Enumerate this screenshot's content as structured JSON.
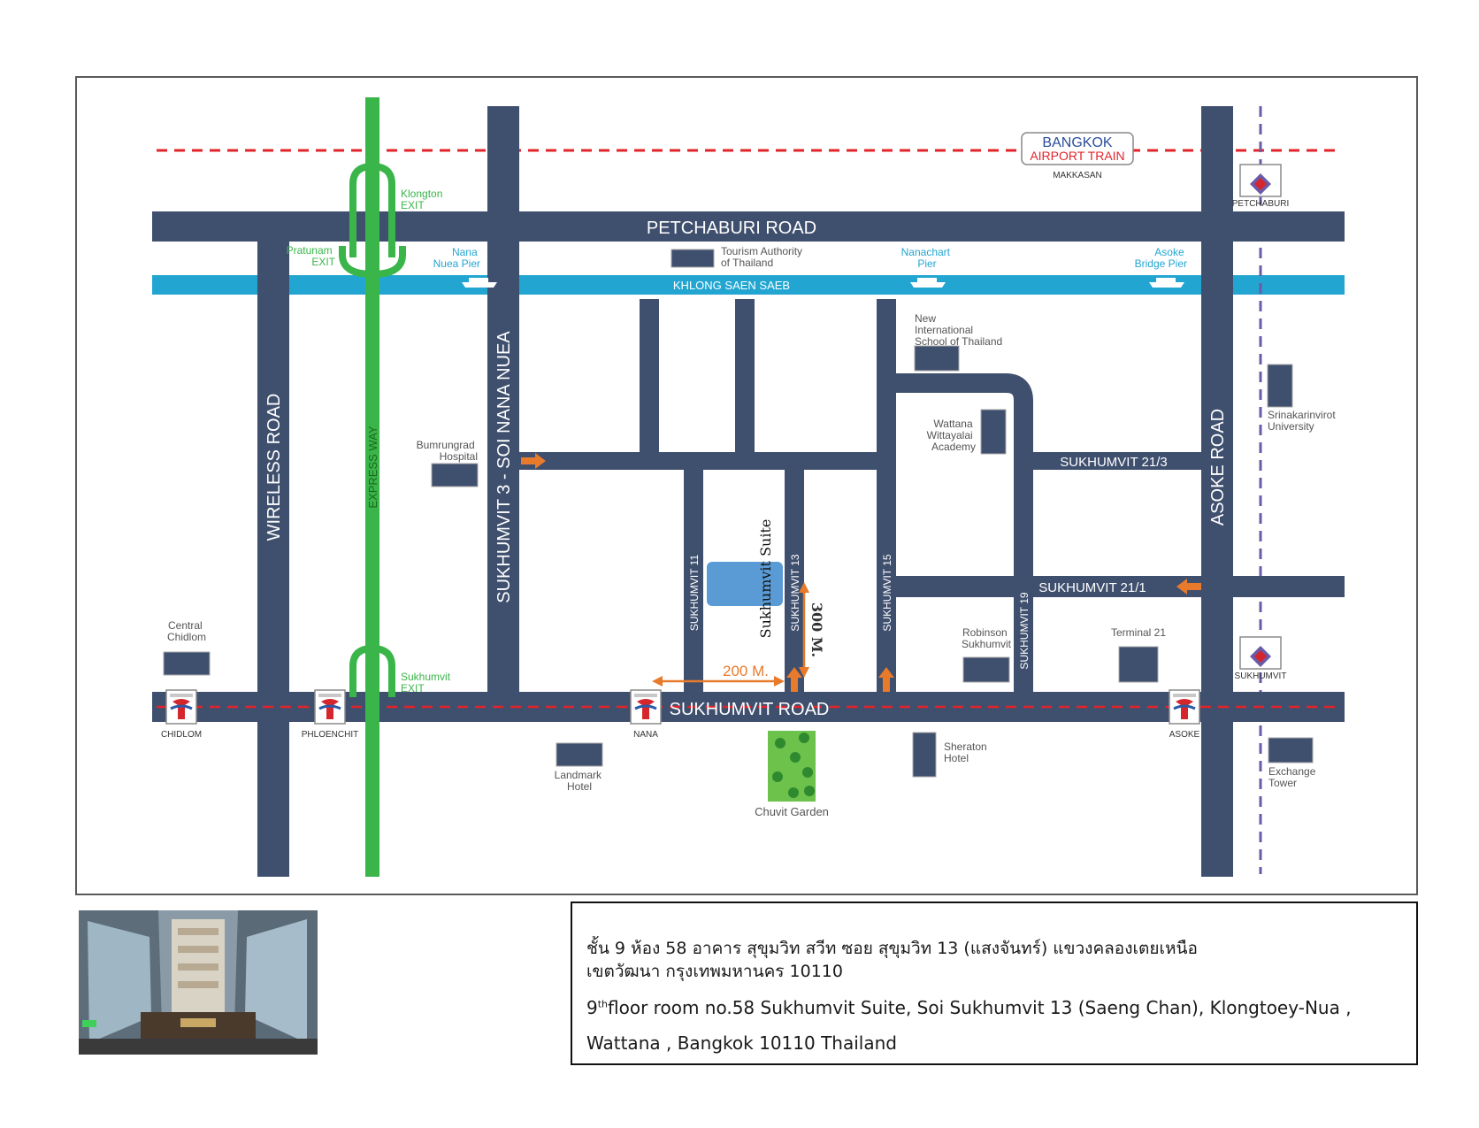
{
  "map": {
    "roads": {
      "petchaburi": "PETCHABURI ROAD",
      "sukhumvit": "SUKHUMVIT ROAD",
      "wireless": "WIRELESS ROAD",
      "asoke": "ASOKE ROAD",
      "nana_nuea": "SUKHUMVIT 3 - SOI NANA NUEA",
      "expressway": "EXPRESS WAY",
      "soi11": "SUKHUMVIT 11",
      "soi13": "SUKHUMVIT 13",
      "soi15": "SUKHUMVIT 15",
      "soi19": "SUKHUMVIT 19",
      "soi21_1": "SUKHUMVIT 21/1",
      "soi21_3": "SUKHUMVIT 21/3",
      "canal": "KHLONG SAEN SAEB"
    },
    "airport_train": {
      "line1": "BANGKOK",
      "line2": "AIRPORT TRAIN",
      "station": "MAKKASAN"
    },
    "exits": {
      "klongton": [
        "Klongton",
        "EXIT"
      ],
      "pratunam": [
        "Pratunam",
        "EXIT"
      ],
      "sukhumvit": [
        "Sukhumvit",
        "EXIT"
      ]
    },
    "piers": {
      "nana_nuea": [
        "Nana",
        "Nuea Pier"
      ],
      "nanachart": [
        "Nanachart",
        "Pier"
      ],
      "asoke_bridge": [
        "Asoke",
        "Bridge Pier"
      ]
    },
    "landmarks": {
      "tourism": [
        "Tourism Authority",
        "of Thailand"
      ],
      "school": [
        "New",
        "International",
        "School of Thailand"
      ],
      "wattana": [
        "Wattana",
        "Wittayalai",
        "Academy"
      ],
      "srinakarin": [
        "Srinakarinvirot",
        "University"
      ],
      "bumrungrad": [
        "Bumrungrad",
        "Hospital"
      ],
      "central": [
        "Central",
        "Chidlom"
      ],
      "robinson": [
        "Robinson",
        "Sukhumvit"
      ],
      "terminal21": [
        "Terminal 21"
      ],
      "landmark": [
        "Landmark",
        "Hotel"
      ],
      "sheraton": [
        "Sheraton",
        "Hotel"
      ],
      "exchange": [
        "Exchange",
        "Tower"
      ],
      "chuvit": [
        "Chuvit Garden"
      ]
    },
    "stations": {
      "chidlom": "CHIDLOM",
      "phloenchit": "PHLOENCHIT",
      "nana": "NANA",
      "asoke": "ASOKE",
      "mrt_petchaburi": "PETCHABURI",
      "mrt_sukhumvit": "SUKHUMVIT"
    },
    "station_logos": {
      "bts": "BTS",
      "mrta": "MRTA"
    },
    "hotel_label": "Sukhumvit Suite",
    "distance_300": "300 M.",
    "distance_200": "200 M.",
    "colors": {
      "road": "#3f4f6e",
      "expressway": "#3ab54a",
      "canal": "#22a6d1",
      "rail": "#e2242a",
      "arrow": "#e87a2c",
      "hotel": "#5b9bd5",
      "mrt_line": "#6a5ba8",
      "park": "#6cc24a"
    }
  },
  "address": {
    "thai_line1": "ชั้น 9 ห้อง 58 อาคาร สุขุมวิท สวีท ซอย สุขุมวิท 13  (แสงจันทร์)   แขวงคลองเตยเหนือ",
    "thai_line2": "เขตวัฒนา  กรุงเทพมหานคร 10110",
    "eng_line1_num": "9",
    "eng_line1_sup": "th",
    "eng_line1_rest": "floor room no.58 Sukhumvit Suite, Soi Sukhumvit 13 (Saeng Chan), Klongtoey-Nua ,",
    "eng_line2": "Wattana , Bangkok 10110 Thailand"
  }
}
